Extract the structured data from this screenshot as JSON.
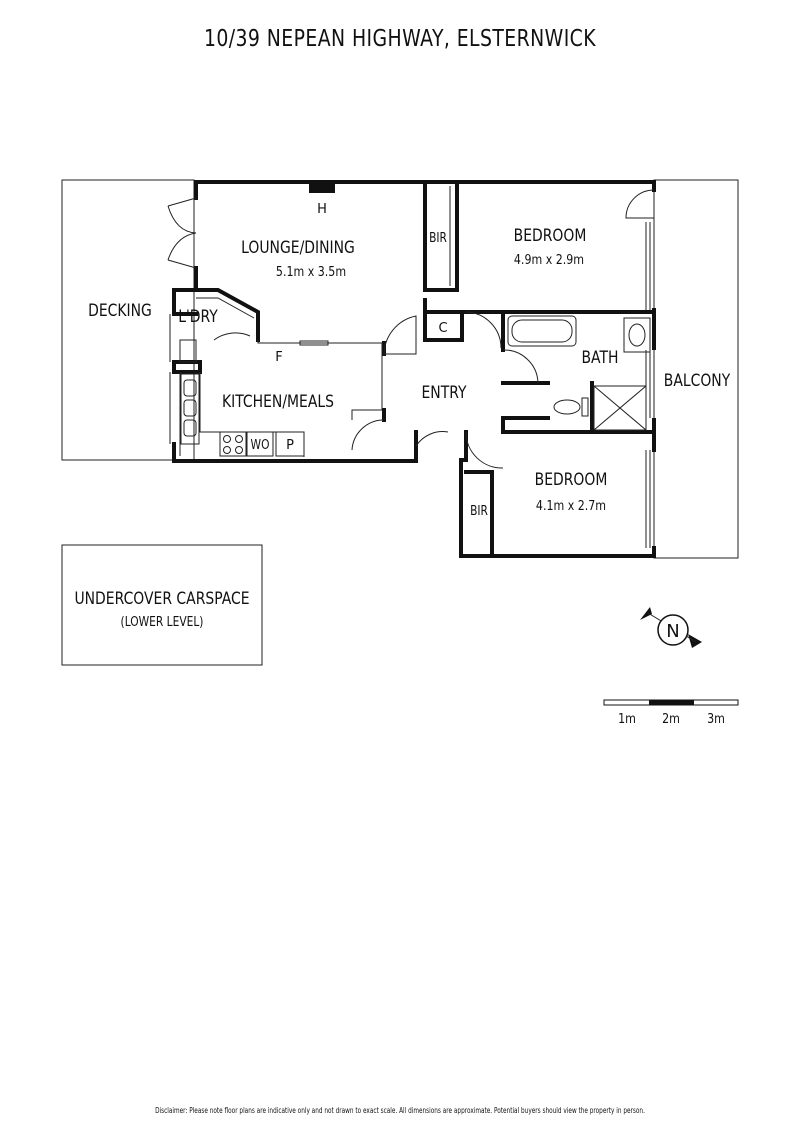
{
  "title": "10/39 NEPEAN HIGHWAY, ELSTERNWICK",
  "rooms": {
    "lounge": {
      "name": "LOUNGE/DINING",
      "size": "5.1m x 3.5m"
    },
    "bedroom1": {
      "name": "BEDROOM",
      "size": "4.9m x 2.9m"
    },
    "bedroom2": {
      "name": "BEDROOM",
      "size": "4.1m x 2.7m"
    },
    "kitchen": {
      "name": "KITCHEN/MEALS"
    },
    "laundry": {
      "name": "L'DRY"
    },
    "entry": {
      "name": "ENTRY"
    },
    "bath": {
      "name": "BATH"
    },
    "decking": {
      "name": "DECKING"
    },
    "balcony": {
      "name": "BALCONY"
    }
  },
  "fixtures": {
    "heater": "H",
    "bir_top": "BIR",
    "bir_bottom": "BIR",
    "cupboard": "C",
    "fridge": "F",
    "wall_oven": "WO",
    "pantry": "P"
  },
  "carspace": {
    "line1": "UNDERCOVER CARSPACE",
    "line2": "(LOWER LEVEL)"
  },
  "compass": {
    "label": "N"
  },
  "scale": {
    "labels": [
      "1m",
      "2m",
      "3m"
    ]
  },
  "disclaimer": "Disclaimer: Please note floor plans are indicative only and not drawn to exact scale. All dimensions are approximate. Potential buyers should view the property in person."
}
